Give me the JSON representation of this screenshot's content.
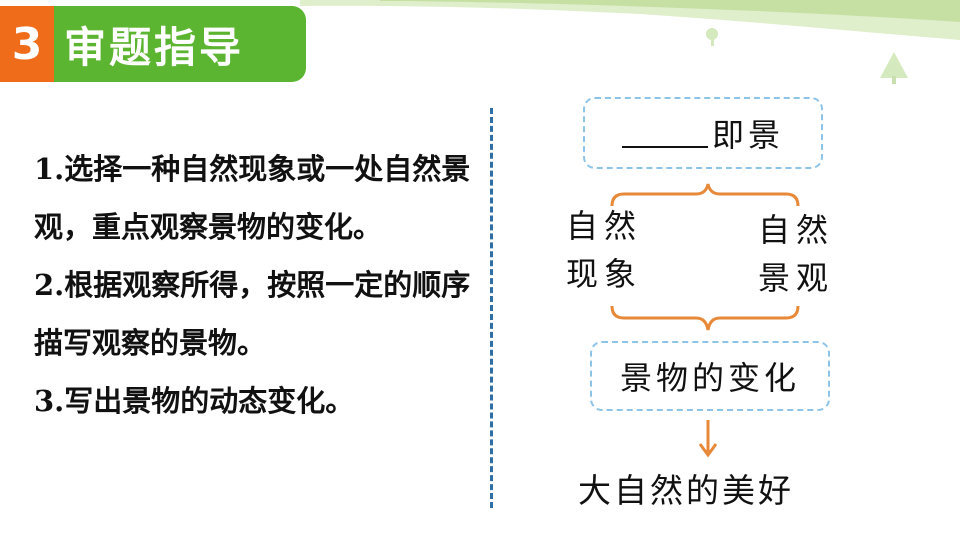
{
  "header": {
    "number": "3",
    "title": "审题指导"
  },
  "guide": {
    "items": [
      "1.选择一种自然现象或一处自然景观，重点观察景物的变化。",
      "2.根据观察所得，按照一定的顺序描写观察的景物。",
      "3.写出景物的动态变化。"
    ]
  },
  "diagram": {
    "top_box_text": "即景",
    "left_branch": [
      "自然",
      "现象"
    ],
    "right_branch": [
      "自然",
      "景观"
    ],
    "middle_box_text": "景物的变化",
    "result_text": "大自然的美好",
    "colors": {
      "bracket": "#e8893a",
      "dashed_box": "#8ec3e8",
      "divider": "#2f6fa6",
      "badge_orange": "#ef6c1a",
      "badge_green": "#5cb531"
    }
  }
}
